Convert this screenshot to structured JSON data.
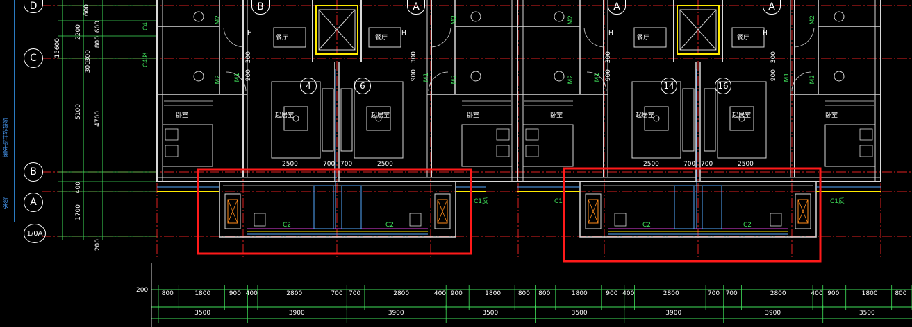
{
  "colors": {
    "background": "#000000",
    "wall": "#d8d8d8",
    "axis_red": "#e02020",
    "dimension_green": "#3fe05a",
    "text_white": "#ffffff",
    "window_blue": "#55aaff",
    "yellow": "#ffea00",
    "highlight_red": "#ff1a1a",
    "magenta": "#e040e0"
  },
  "sidebar": {
    "labels": [
      "装饰设计防水层",
      "防水"
    ]
  },
  "axis_bubbles_left": [
    "D",
    "C",
    "B",
    "A",
    "1/0A"
  ],
  "axis_bubbles_top": [
    "B",
    "A",
    "A",
    "A"
  ],
  "left_dimensions": {
    "outer": "15600",
    "inner": [
      "5100",
      "400",
      "1700"
    ],
    "mid": [
      "2200",
      "4700",
      "200"
    ],
    "top_small": [
      "600",
      "600",
      "800",
      "300",
      "300"
    ]
  },
  "room_labels": {
    "dining": "餐厅",
    "bedroom": "卧室",
    "living": "起居室",
    "mark_h": "H"
  },
  "door_window_tags": [
    "M2",
    "M1",
    "C4",
    "C4反",
    "C1",
    "C1反",
    "C2"
  ],
  "unit_numbers": [
    "4",
    "6",
    "14",
    "16"
  ],
  "local_dims": [
    "900",
    "300",
    "2500",
    "700",
    "700",
    "2500"
  ],
  "bottom_dimensions": {
    "row1": [
      "800",
      "1800",
      "900",
      "400",
      "2800",
      "700",
      "700",
      "2800",
      "400",
      "900",
      "1800",
      "800",
      "800",
      "1800",
      "900",
      "400",
      "2800",
      "700",
      "700",
      "2800",
      "400",
      "900",
      "1800",
      "800"
    ],
    "row2": [
      "3500",
      "3900",
      "3900",
      "3500",
      "3500",
      "3900",
      "3900",
      "3500"
    ],
    "left_offset": "200"
  }
}
